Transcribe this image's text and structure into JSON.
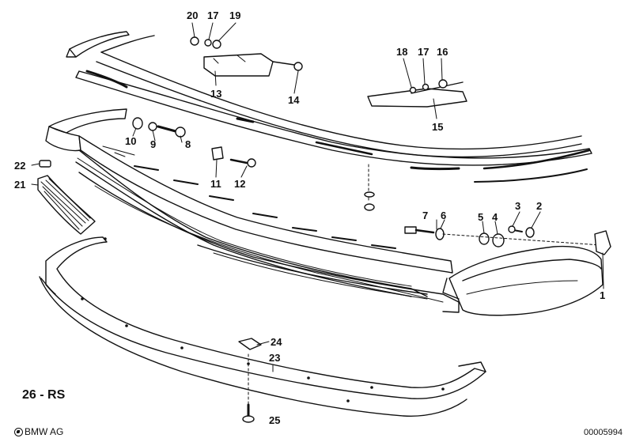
{
  "callouts": {
    "c1": "1",
    "c2": "2",
    "c3": "3",
    "c4": "4",
    "c5": "5",
    "c6": "6",
    "c7": "7",
    "c8": "8",
    "c9": "9",
    "c10": "10",
    "c11": "11",
    "c12": "12",
    "c13": "13",
    "c14": "14",
    "c15": "15",
    "c16": "16",
    "c17a": "17",
    "c17b": "17",
    "c18": "18",
    "c19": "19",
    "c20": "20",
    "c21": "21",
    "c22": "22",
    "c23": "23",
    "c24": "24",
    "c25": "25"
  },
  "variant_label": "26 - RS",
  "footer": {
    "copyright": "BMW AG",
    "diagram_number": "00005994"
  },
  "colors": {
    "line": "#111111",
    "background": "#ffffff"
  }
}
